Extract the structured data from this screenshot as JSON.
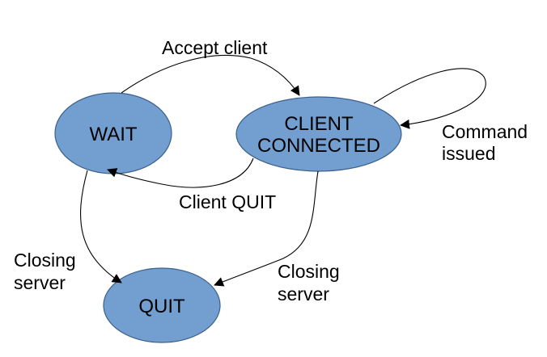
{
  "colors": {
    "state_fill": "#729fcf",
    "state_stroke": "#3c5f8c",
    "edge": "#000000",
    "text": "#000000",
    "background": "#ffffff"
  },
  "states": {
    "wait": {
      "label": "WAIT"
    },
    "client_connected": {
      "line1": "CLIENT",
      "line2": "CONNECTED"
    },
    "quit": {
      "label": "QUIT"
    }
  },
  "transitions": {
    "accept_client": {
      "label": "Accept client",
      "from": "WAIT",
      "to": "CLIENT CONNECTED"
    },
    "command_issued": {
      "line1": "Command",
      "line2": "issued",
      "from": "CLIENT CONNECTED",
      "to": "CLIENT CONNECTED"
    },
    "client_quit": {
      "label": "Client QUIT",
      "from": "CLIENT CONNECTED",
      "to": "WAIT"
    },
    "closing_server_left": {
      "line1": "Closing",
      "line2": "server",
      "from": "WAIT",
      "to": "QUIT"
    },
    "closing_server_right": {
      "line1": "Closing",
      "line2": "server",
      "from": "CLIENT CONNECTED",
      "to": "QUIT"
    }
  }
}
